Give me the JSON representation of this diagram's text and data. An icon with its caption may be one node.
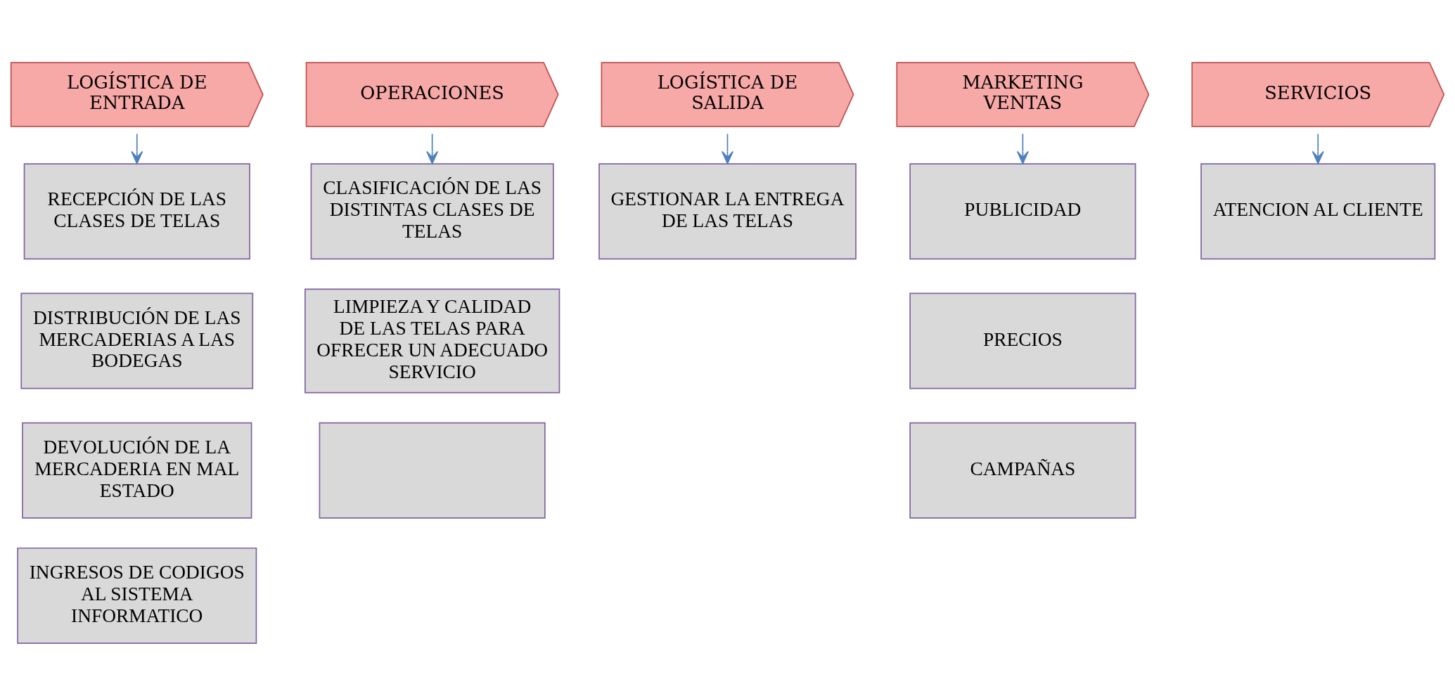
{
  "diagram": {
    "nodes": [
      {
        "text": [
          "LOGÍSTICA DE ENTRADA"
        ]
      },
      {
        "text": [
          "OPERACIONES"
        ]
      },
      {
        "text": [
          "LOGÍSTICA DE SALIDA"
        ]
      },
      {
        "text": [
          "MARKETING",
          "VENTAS"
        ]
      },
      {
        "text": [
          "SERVICIOS"
        ]
      },
      {
        "text": [
          "RECEPCIÓN DE LAS CLASES DE TELAS"
        ]
      },
      {
        "text": [
          "DISTRIBUCIÓN DE LAS MERCADERIAS A LAS BODEGAS"
        ]
      },
      {
        "text": [
          "DEVOLUCIÓN DE LA MERCADERIA EN MAL ESTADO"
        ]
      },
      {
        "text": [
          "INGRESOS DE CODIGOS AL SISTEMA INFORMATICO"
        ]
      },
      {
        "text": [
          "CLASIFICACIÓN DE LAS DISTINTAS CLASES DE TELAS"
        ]
      },
      {
        "text": [
          "LIMPIEZA Y CALIDAD DE LAS TELAS PARA OFRECER UN ADECUADO SERVICIO"
        ]
      },
      {
        "text": [],
        "shape": "box"
      },
      {
        "text": [
          "GESTIONAR LA ENTREGA DE LAS TELAS"
        ]
      },
      {
        "text": [
          "PUBLICIDAD"
        ]
      },
      {
        "text": [
          "PRECIOS"
        ]
      },
      {
        "text": [
          "CAMPAÑAS"
        ]
      },
      {
        "text": [
          "ATENCION AL CLIENTE"
        ]
      }
    ],
    "edges": [
      {
        "from": 0,
        "to": 5,
        "arrow": "to"
      },
      {
        "from": 1,
        "to": 9,
        "arrow": "to"
      },
      {
        "from": 2,
        "to": 12,
        "arrow": "to"
      },
      {
        "from": 3,
        "to": 13,
        "arrow": "to"
      },
      {
        "from": 4,
        "to": 16,
        "arrow": "to"
      }
    ]
  }
}
